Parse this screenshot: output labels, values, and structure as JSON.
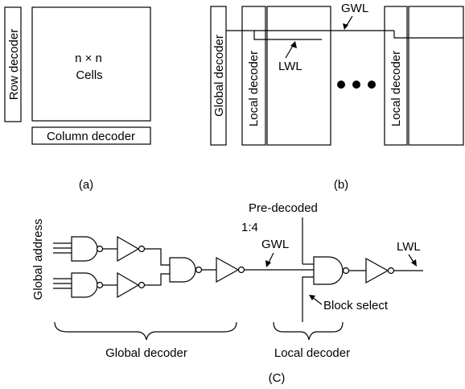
{
  "panel_a": {
    "row_decoder": "Row decoder",
    "cells_line1": "n × n",
    "cells_line2": "Cells",
    "column_decoder": "Column decoder",
    "caption": "(a)"
  },
  "panel_b": {
    "global_decoder": "Global decoder",
    "local_decoder": "Local decoder",
    "gwl": "GWL",
    "lwl": "LWL",
    "caption": "(b)"
  },
  "panel_c": {
    "global_address": "Global address",
    "pre_decoded": "Pre-decoded",
    "ratio": "1:4",
    "gwl": "GWL",
    "lwl": "LWL",
    "block_select": "Block select",
    "global_decoder": "Global decoder",
    "local_decoder": "Local decoder",
    "caption": "(C)"
  }
}
